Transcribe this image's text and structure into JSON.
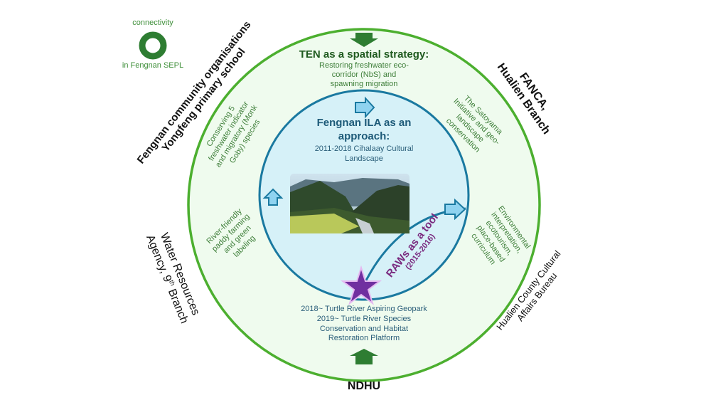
{
  "legend": {
    "top_text": "connectivity",
    "bottom_text": "in Fengnan SEPL",
    "ring_color": "#2e7d32"
  },
  "colors": {
    "outer_ring_fill": "#effbee",
    "outer_ring_stroke": "#4caf2f",
    "inner_circle_fill": "#d6f1f8",
    "inner_circle_stroke": "#1a79a0",
    "green_arrow": "#2e7d32",
    "blue_arrow_fill": "#8fd3f0",
    "blue_arrow_stroke": "#1a79a0",
    "star_fill": "#7030a0",
    "star_stroke": "#e5b8f0",
    "raws_text": "#7a2a7f"
  },
  "stakeholders": {
    "top_left_line1": "Fengnan community organisations",
    "top_left_line2": "Yongfeng primary school",
    "top_right_line1": "FANCA,",
    "top_right_line2": "Hualien Branch",
    "left_line1": "Water Resources",
    "left_line2_prefix": "Agency, 9",
    "left_line2_sup": "th",
    "left_line2_suffix": " Branch",
    "right_line1": "Hualien County Cultural",
    "right_line2": "Affairs Bureau",
    "bottom": "NDHU"
  },
  "outer_ring": {
    "ten_title": "TEN as a spatial strategy:",
    "ten_lines": [
      "Restoring freshwater eco-",
      "corridor (NbS) and",
      "spawning migration"
    ],
    "upper_left_lines": [
      "Conserving 5",
      "freshwater indicator",
      "and migratory (Monk",
      "Goby) species"
    ],
    "upper_right_lines": [
      "The Satoyama",
      "Initiative and geo-",
      "landscape",
      "conservation"
    ],
    "lower_left_lines": [
      "River-friendly",
      "paddy farming",
      "and green",
      "labeling"
    ],
    "lower_right_lines": [
      "Environmental",
      "interpretation,",
      "ecotourism,",
      "place-based",
      "curriculum"
    ],
    "bottom_lines": [
      "2018~ Turtle River Aspiring Geopark",
      "2019~ Turtle River Species",
      "Conservation and Habitat",
      "Restoration Platform"
    ]
  },
  "inner_circle": {
    "title_line1": "Fengnan ILA as an",
    "title_line2": "approach:",
    "subtitle_line1": "2011-2018 Cihalaay Cultural",
    "subtitle_line2": "Landscape",
    "photo_description": "mountain valley with rice paddies and village"
  },
  "raws": {
    "title": "RAWs as a tool",
    "years": "(2015-2016)"
  }
}
